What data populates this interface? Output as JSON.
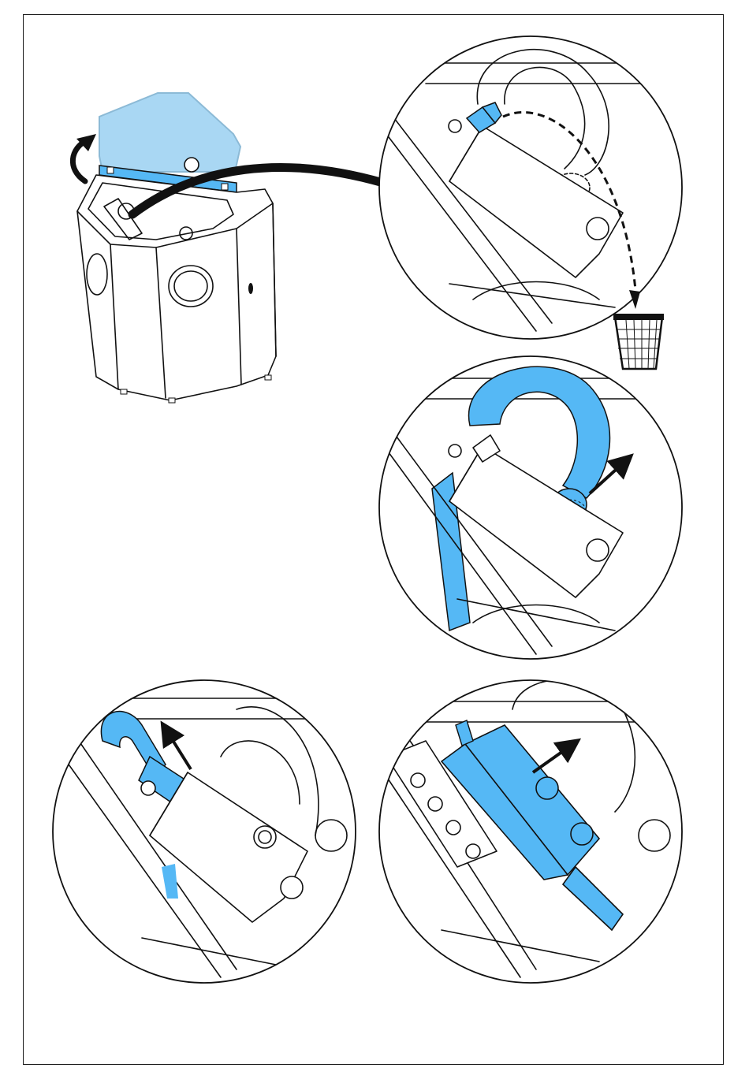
{
  "colors": {
    "highlight": "#55b8f5",
    "highlight_light": "#a9d7f3",
    "line": "#111111",
    "background": "#ffffff"
  },
  "steps": [
    {
      "id": "overview",
      "description_icon": "blast-cabinet-with-open-lid"
    },
    {
      "id": "remove-nozzle",
      "description_icon": "dispose-in-trash"
    },
    {
      "id": "pull-hose-out",
      "description_icon": "arrow-outward"
    },
    {
      "id": "pull-hose-up",
      "description_icon": "arrow-up"
    },
    {
      "id": "remove-gun",
      "description_icon": "arrow-outward"
    }
  ],
  "icons": [
    "rotate-arrow-icon",
    "trash-bin-icon",
    "direction-arrow-icon"
  ]
}
